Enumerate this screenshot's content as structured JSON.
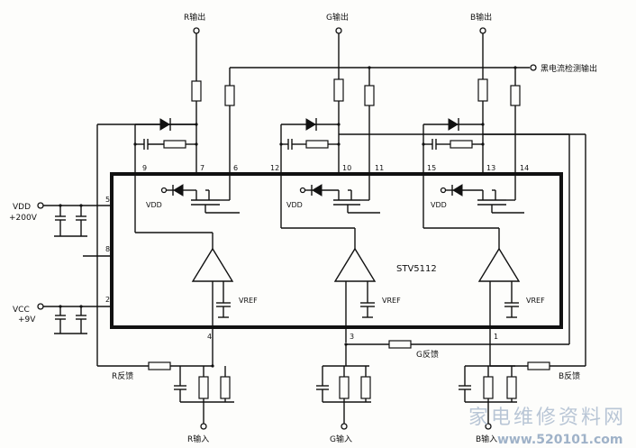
{
  "chip": {
    "name": "STV5112"
  },
  "outputs": {
    "r": "R输出",
    "g": "G输出",
    "b": "B输出",
    "black": "黑电流检测输出"
  },
  "supplies": {
    "vdd_name": "VDD",
    "vdd_value": "+200V",
    "vcc_name": "VCC",
    "vcc_value": "+9V"
  },
  "inputs": {
    "r": "R输入",
    "g": "G输入",
    "b": "B输入"
  },
  "feedback": {
    "r": "R反馈",
    "g": "G反馈",
    "b": "B反馈"
  },
  "internal": {
    "vdd": "VDD",
    "vref": "VREF"
  },
  "pins": {
    "p1": "1",
    "p2": "2",
    "p3": "3",
    "p4": "4",
    "p5": "5",
    "p6": "6",
    "p7": "7",
    "p8": "8",
    "p9": "9",
    "p10": "10",
    "p11": "11",
    "p12": "12",
    "p13": "13",
    "p14": "14",
    "p15": "15"
  },
  "watermark": {
    "text": "家电维修资料网",
    "url": "www.520101.com"
  }
}
